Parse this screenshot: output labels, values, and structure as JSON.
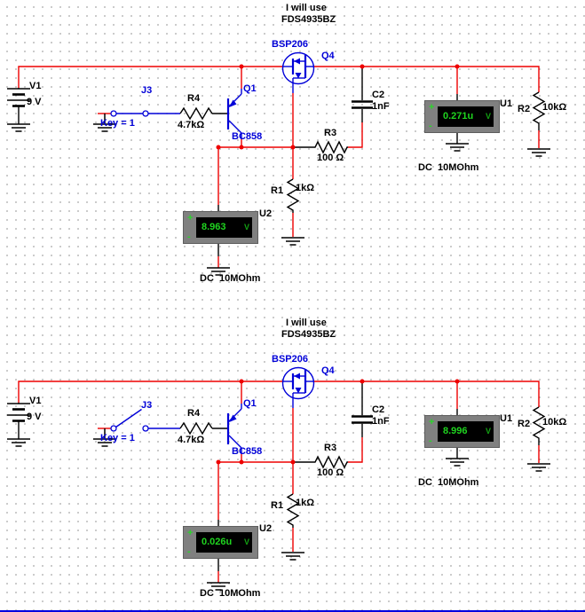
{
  "note": {
    "line1": "I will use",
    "line2": "FDS4935BZ"
  },
  "meter": {
    "unit": "V",
    "plus": "+",
    "minus": "-",
    "mode": "DC  10MOhm"
  },
  "colors": {
    "wire": "#ee0000",
    "component_blue": "#0000d8",
    "component_black": "#000000",
    "meter_body": "#808080",
    "meter_display_bg": "#000000",
    "meter_text_green": "#1fd41f",
    "grid_dot": "#8c8c8c",
    "sheet_border_blue": "#0000e0"
  },
  "circuits": [
    {
      "v1": "V1",
      "v1_value": "9 V",
      "j3": "J3",
      "key": "Key = 1",
      "switch_state": "closed",
      "r4": "R4",
      "r4_value": "4.7kΩ",
      "q1": "Q1",
      "q1_part": "BC858",
      "q4": "Q4",
      "q4_part": "BSP206",
      "c2": "C2",
      "c2_value": "1nF",
      "r3": "R3",
      "r3_value": "100 Ω",
      "r1": "R1",
      "r1_value": "1kΩ",
      "r2": "R2",
      "r2_value": "10kΩ",
      "u1": "U1",
      "u1_reading": "0.271u",
      "u2": "U2",
      "u2_reading": "8.963"
    },
    {
      "v1": "V1",
      "v1_value": "9 V",
      "j3": "J3",
      "key": "Key = 1",
      "switch_state": "open",
      "r4": "R4",
      "r4_value": "4.7kΩ",
      "q1": "Q1",
      "q1_part": "BC858",
      "q4": "Q4",
      "q4_part": "BSP206",
      "c2": "C2",
      "c2_value": "1nF",
      "r3": "R3",
      "r3_value": "100 Ω",
      "r1": "R1",
      "r1_value": "1kΩ",
      "r2": "R2",
      "r2_value": "10kΩ",
      "u1": "U1",
      "u1_reading": "8.996",
      "u2": "U2",
      "u2_reading": "0.026u"
    }
  ]
}
